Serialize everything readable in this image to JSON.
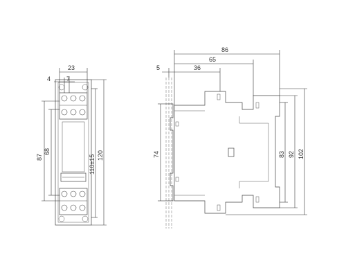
{
  "front_view": {
    "dims": {
      "width_overall": "23",
      "offset_a": "4",
      "offset_b": "7",
      "height_outer": "87",
      "height_inner": "68",
      "height_body": "110±15",
      "height_total": "120"
    }
  },
  "side_view": {
    "dims": {
      "depth_total": "86",
      "depth_mid": "65",
      "depth_front": "36",
      "rail_offset": "5",
      "rail_height": "74",
      "height_a": "83",
      "height_b": "92",
      "height_c": "102"
    }
  },
  "colors": {
    "line": "#444444",
    "background": "#ffffff"
  }
}
